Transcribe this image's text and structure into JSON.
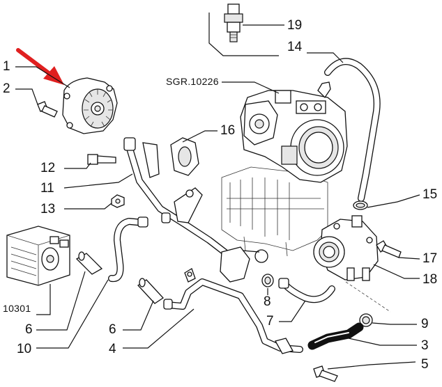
{
  "diagram": {
    "callouts": [
      {
        "id": "c1",
        "text": "1"
      },
      {
        "id": "c2",
        "text": "2"
      },
      {
        "id": "c3",
        "text": "3"
      },
      {
        "id": "c4",
        "text": "4"
      },
      {
        "id": "c5",
        "text": "5"
      },
      {
        "id": "c6a",
        "text": "6"
      },
      {
        "id": "c6b",
        "text": "6"
      },
      {
        "id": "c7",
        "text": "7"
      },
      {
        "id": "c8",
        "text": "8"
      },
      {
        "id": "c9",
        "text": "9"
      },
      {
        "id": "c10",
        "text": "10"
      },
      {
        "id": "c11",
        "text": "11"
      },
      {
        "id": "c12",
        "text": "12"
      },
      {
        "id": "c13",
        "text": "13"
      },
      {
        "id": "c14",
        "text": "14"
      },
      {
        "id": "c15",
        "text": "15"
      },
      {
        "id": "c16",
        "text": "16"
      },
      {
        "id": "c17",
        "text": "17"
      },
      {
        "id": "c18",
        "text": "18"
      },
      {
        "id": "c19",
        "text": "19"
      },
      {
        "id": "ref10301",
        "text": "10301"
      },
      {
        "id": "sgr",
        "text": "SGR.10226"
      }
    ],
    "highlight_color": "#e02020"
  }
}
